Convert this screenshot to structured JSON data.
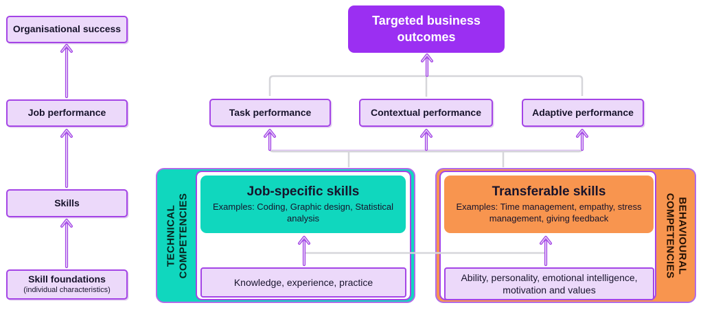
{
  "left_chain": {
    "boxes": [
      {
        "label": "Organisational success"
      },
      {
        "label": "Job performance"
      },
      {
        "label": "Skills"
      },
      {
        "label": "Skill foundations",
        "sub": "(individual characteristics)"
      }
    ]
  },
  "outcomes": {
    "label": "Targeted business outcomes"
  },
  "performance": {
    "boxes": [
      {
        "label": "Task performance"
      },
      {
        "label": "Contextual performance"
      },
      {
        "label": "Adaptive performance"
      }
    ]
  },
  "technical": {
    "side_label": "TECHNICAL\nCOMPETENCIES",
    "title": "Job-specific skills",
    "examples": "Examples: Coding, Graphic design, Statistical analysis",
    "foundation": "Knowledge, experience, practice"
  },
  "behavioural": {
    "side_label": "BEHAVIOURAL\nCOMPETENCIES",
    "title": "Transferable skills",
    "examples": "Examples: Time management, empathy, stress management, giving feedback",
    "foundation": "Ability, personality, emotional intelligence, motivation and values"
  },
  "colors": {
    "purple-bright": "#9b2ff2",
    "lavender": "#ecd9fa",
    "border-purple": "#a444e6",
    "teal": "#10d7be",
    "orange": "#f8954f",
    "gray-line": "#d6d6da",
    "text-dark": "#17132b",
    "panel-outline": "#b06ae8"
  }
}
